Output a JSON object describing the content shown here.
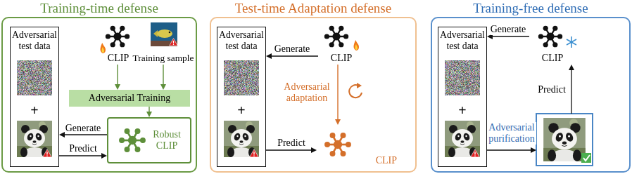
{
  "diagram": {
    "nodes": [
      {
        "text": [
          "Training-time defense"
        ]
      },
      {
        "text": [
          "Adversarial test data"
        ],
        "in": 0
      },
      {
        "text": [
          "CLIP"
        ],
        "in": 0
      },
      {
        "text": [
          "Training sample"
        ],
        "in": 0
      },
      {
        "text": [
          "Adversarial Training"
        ],
        "in": 0
      },
      {
        "text": [
          "Robust CLIP"
        ],
        "in": 0
      },
      {
        "text": [
          "Test-time Adaptation defense"
        ]
      },
      {
        "text": [
          "Adversarial test data"
        ],
        "in": 6
      },
      {
        "text": [
          "CLIP"
        ],
        "in": 6
      },
      {
        "text": [
          "CLIP"
        ],
        "in": 6
      },
      {
        "text": [
          "Training-free defense"
        ]
      },
      {
        "text": [
          "Adversarial test data"
        ],
        "in": 10
      },
      {
        "text": [
          "CLIP"
        ],
        "in": 10
      }
    ],
    "edges": [
      {
        "from": 2,
        "to": 4,
        "arrow": "to"
      },
      {
        "from": 3,
        "to": 4,
        "arrow": "to"
      },
      {
        "from": 4,
        "to": 5,
        "arrow": "to"
      },
      {
        "from": 5,
        "to": 1,
        "label": "Generate",
        "arrow": "to"
      },
      {
        "from": 1,
        "to": 5,
        "label": "Predict",
        "arrow": "to"
      },
      {
        "from": 8,
        "to": 7,
        "label": "Generate",
        "arrow": "to"
      },
      {
        "from": 8,
        "to": 9,
        "label": "Adversarial adaptation",
        "arrow": "to"
      },
      {
        "from": 7,
        "to": 9,
        "label": "Predict",
        "arrow": "to"
      },
      {
        "from": 12,
        "to": 11,
        "label": "Generate",
        "arrow": "to"
      }
    ],
    "labels": [
      "+",
      "+",
      "+",
      "Adversarial purification",
      "Predict"
    ]
  }
}
